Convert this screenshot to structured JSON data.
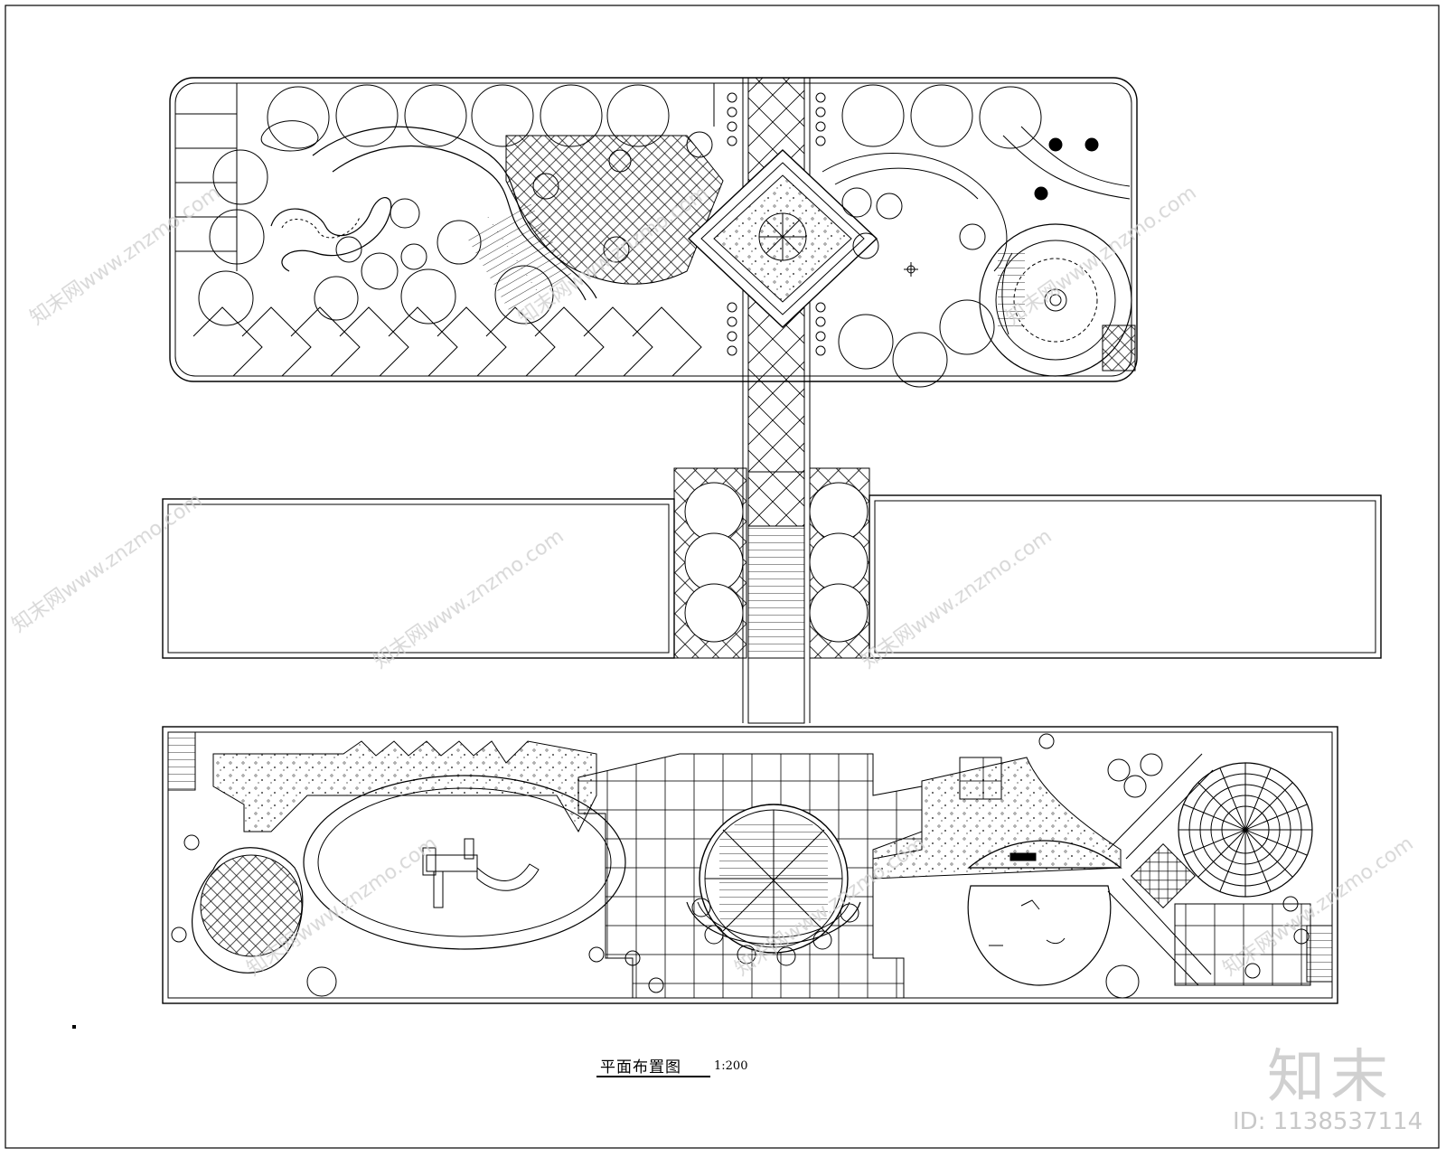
{
  "drawing": {
    "title": "平面布置图",
    "scale": "1:200"
  },
  "branding": {
    "logo": "知末",
    "id_label": "ID: 1138537114",
    "watermark": "知末网www.znzmo.com"
  },
  "colors": {
    "line": "#000000",
    "background": "#ffffff",
    "watermark": "#c8c8c8"
  }
}
